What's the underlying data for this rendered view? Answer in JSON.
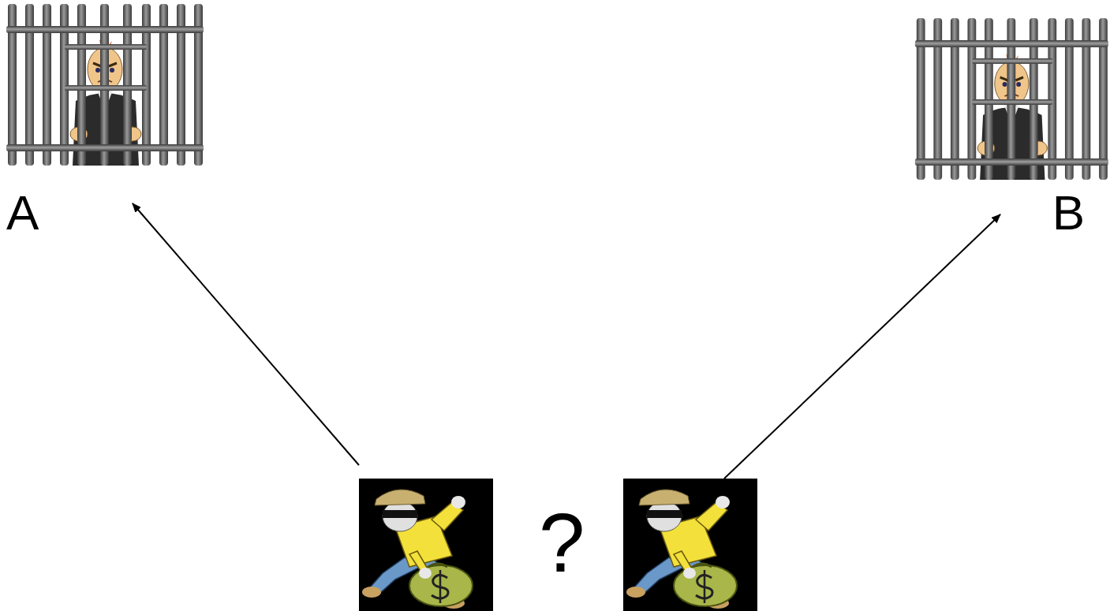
{
  "diagram": {
    "nodes": [
      {
        "text": [
          "A"
        ]
      },
      {
        "text": [
          "B"
        ]
      }
    ],
    "labels": [
      "?"
    ]
  }
}
